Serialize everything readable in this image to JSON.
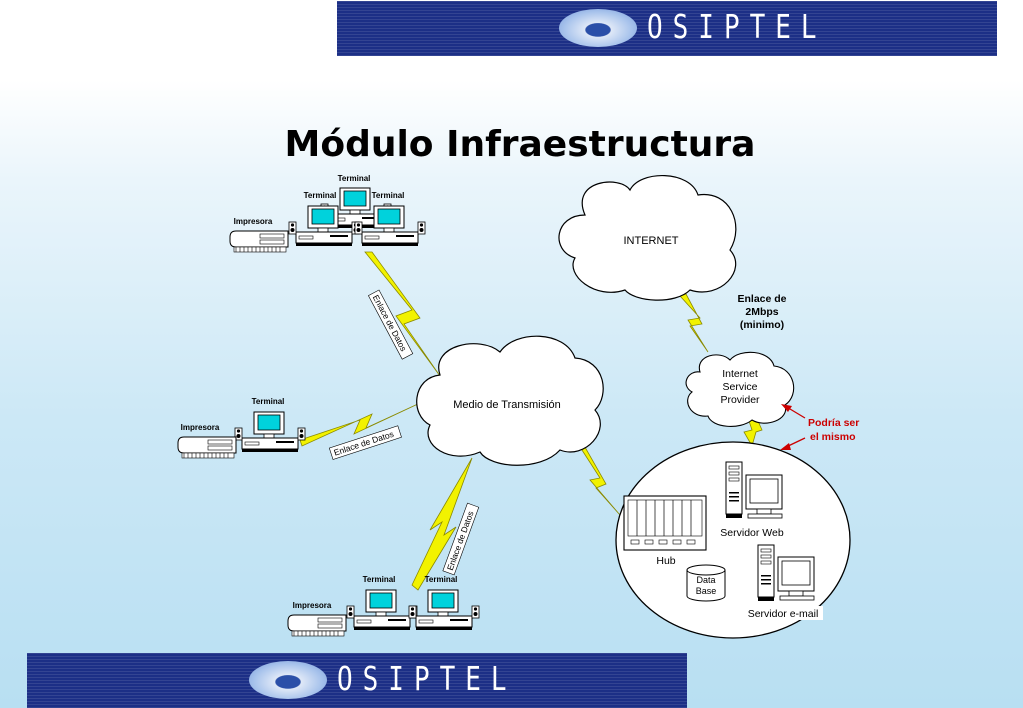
{
  "brand": {
    "name": "OSIPTEL"
  },
  "slide": {
    "title": "Módulo Infraestructura"
  },
  "diagram": {
    "clouds": {
      "internet": "INTERNET",
      "medio": "Medio de Transmisión"
    },
    "isp": {
      "line1": "Internet",
      "line2": "Service",
      "line3": "Provider"
    },
    "enlace_2mbps": {
      "line1": "Enlace de",
      "line2": "2Mbps",
      "line3": "(minimo)"
    },
    "note": {
      "line1": "Podría ser",
      "line2": "el mismo",
      "color": "#cc0000"
    },
    "link_label": "Enlace de Datos",
    "terminal_label": "Terminal",
    "printer_label": "Impresora",
    "hub_label": "Hub",
    "db": {
      "line1": "Data",
      "line2": "Base"
    },
    "web_server": "Servidor Web",
    "mail_server": "Servidor e-mail"
  },
  "colors": {
    "banner": "#1c2f86",
    "bolt": "#f2f200",
    "screen": "#00d2dc"
  }
}
